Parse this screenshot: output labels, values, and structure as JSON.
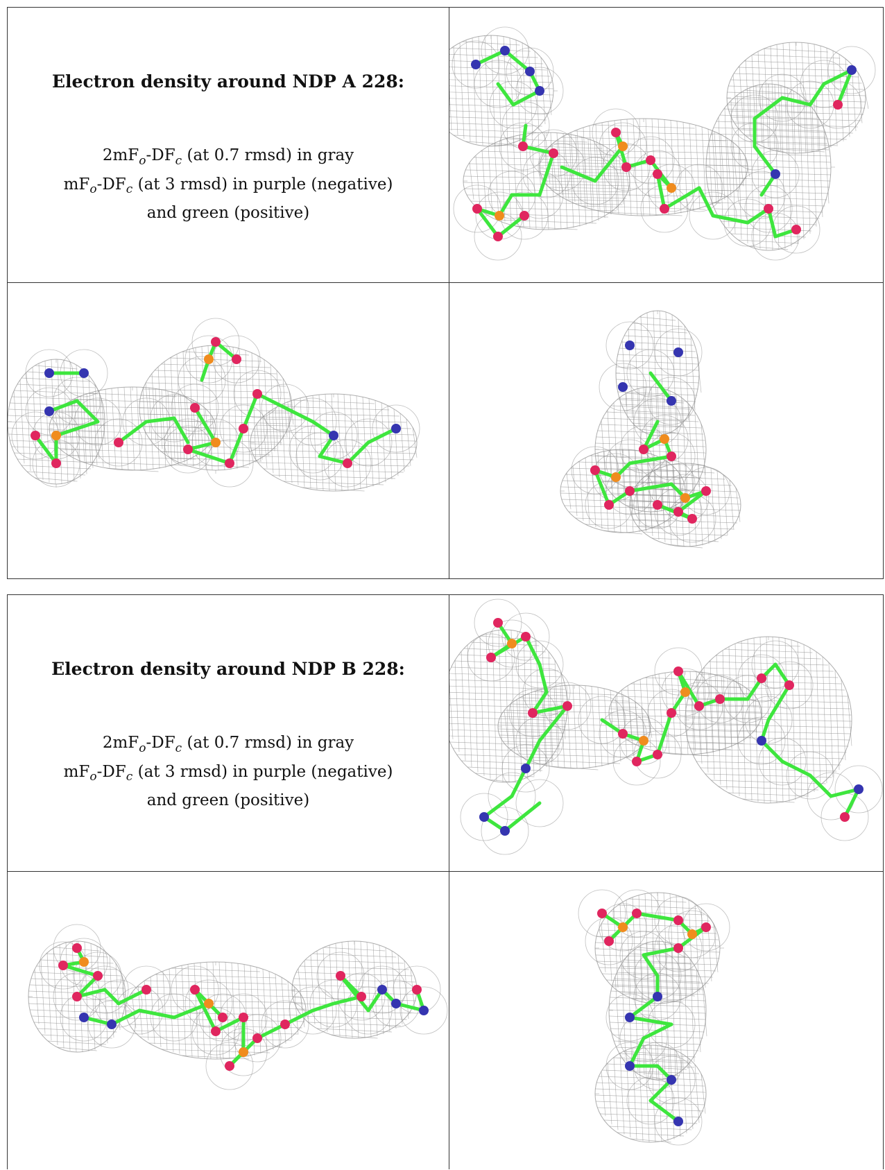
{
  "panel_a": {
    "title": "Electron density around NDP A 228:",
    "line1": "2mF",
    "line1_sub1": "o",
    "line1_mid": "-DF",
    "line1_sub2": "c",
    "line1_rest": " (at 0.7 rmsd) in gray",
    "line2": "mF",
    "line2_sub1": "o",
    "line2_mid": "-DF",
    "line2_sub2": "c",
    "line2_rest": " (at 3 rmsd) in purple (negative)",
    "line3": "and green (positive)"
  },
  "panel_b": {
    "title": "Electron density around NDP B 228:",
    "line1": "2mF",
    "line1_sub1": "o",
    "line1_mid": "-DF",
    "line1_sub2": "c",
    "line1_rest": " (at 0.7 rmsd) in gray",
    "line2": "mF",
    "line2_sub1": "o",
    "line2_mid": "-DF",
    "line2_sub2": "c",
    "line2_rest": " (at 3 rmsd) in purple (negative)",
    "line3": "and green (positive)"
  },
  "colors": {
    "mesh": "#8c8c8c",
    "carbon": "#3ee63e",
    "oxygen": "#e0265f",
    "nitrogen": "#3535b0",
    "phosphorus": "#f08c1e",
    "negative_density": "#d01fd0",
    "positive_density": "#2fd62f"
  }
}
